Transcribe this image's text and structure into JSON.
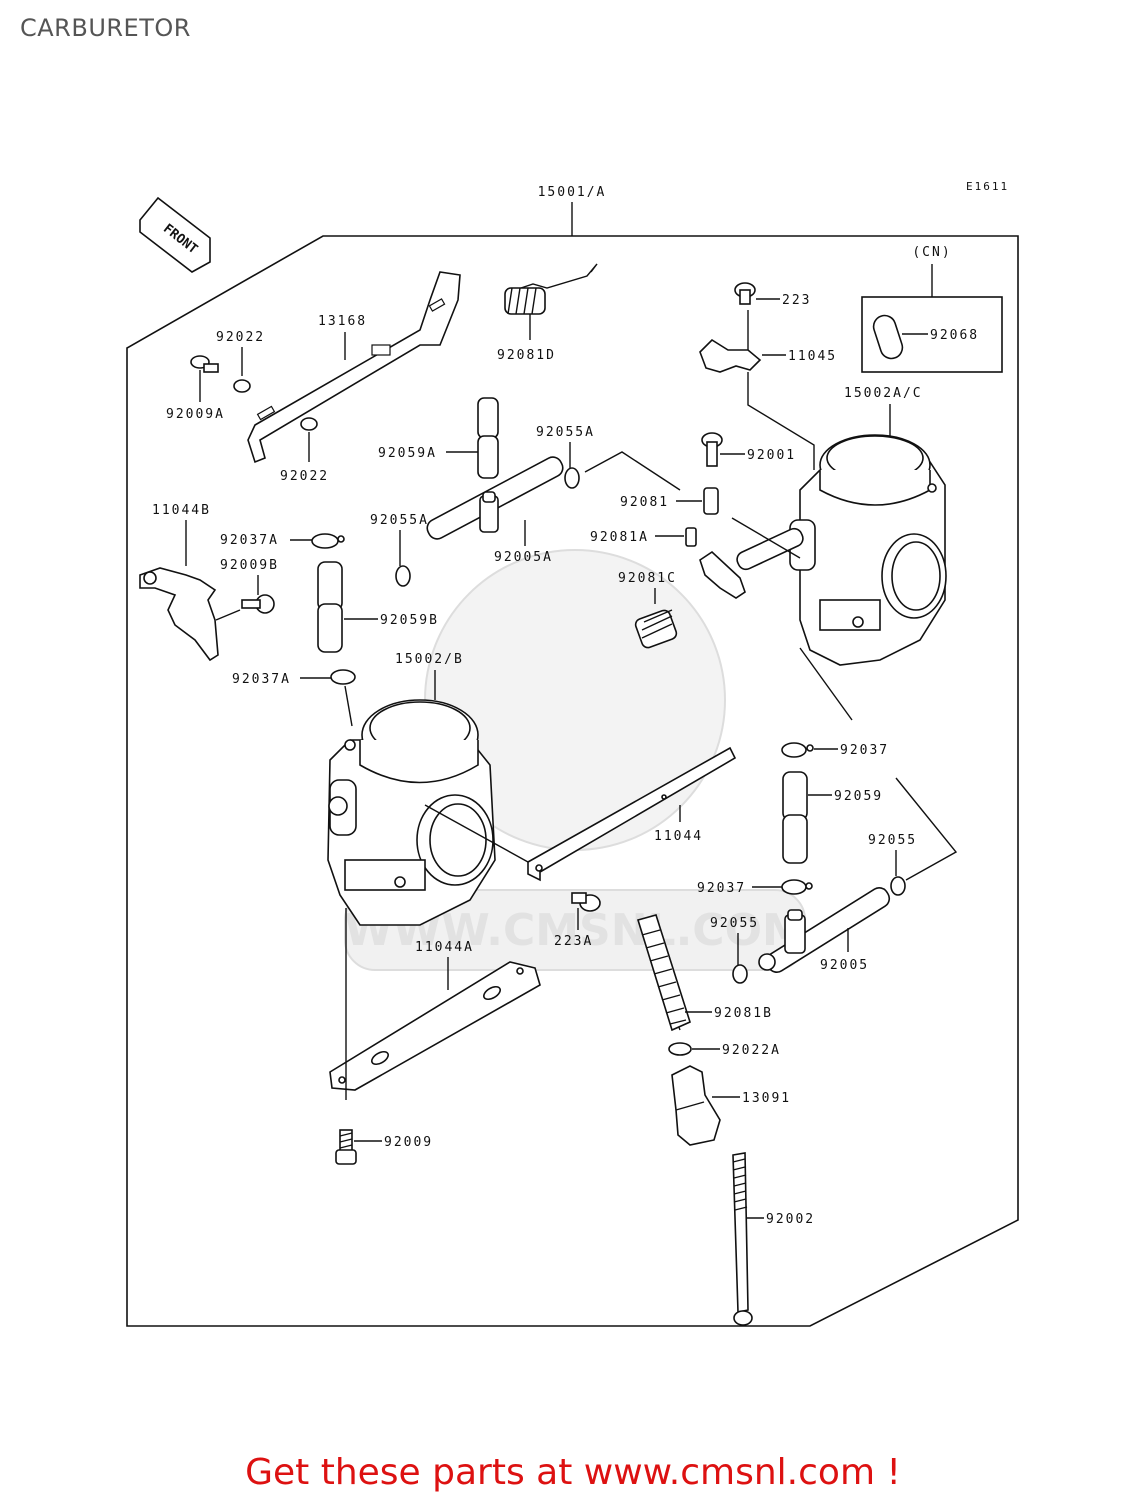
{
  "page": {
    "title": "CARBURETOR",
    "footer": "Get these parts at www.cmsnl.com !"
  },
  "diagram": {
    "ref_code": "E1611",
    "front_label": "FRONT",
    "assembly_label": "15001/A",
    "cn_label": "(CN)",
    "watermark": "WWW.CMSNL.COM",
    "parts": [
      {
        "id": "p13168",
        "label": "13168"
      },
      {
        "id": "p92022_top",
        "label": "92022"
      },
      {
        "id": "p92009A",
        "label": "92009A"
      },
      {
        "id": "p92022_mid",
        "label": "92022"
      },
      {
        "id": "p92081D",
        "label": "92081D"
      },
      {
        "id": "p223",
        "label": "223"
      },
      {
        "id": "p11045",
        "label": "11045"
      },
      {
        "id": "p92068",
        "label": "92068"
      },
      {
        "id": "p15002AC",
        "label": "15002A/C"
      },
      {
        "id": "p92059A",
        "label": "92059A"
      },
      {
        "id": "p92055A_top",
        "label": "92055A"
      },
      {
        "id": "p92001",
        "label": "92001"
      },
      {
        "id": "p92081",
        "label": "92081"
      },
      {
        "id": "p92081A",
        "label": "92081A"
      },
      {
        "id": "p92081C",
        "label": "92081C"
      },
      {
        "id": "p11044B",
        "label": "11044B"
      },
      {
        "id": "p92037A_top",
        "label": "92037A"
      },
      {
        "id": "p92009B",
        "label": "92009B"
      },
      {
        "id": "p92055A_mid",
        "label": "92055A"
      },
      {
        "id": "p92005A",
        "label": "92005A"
      },
      {
        "id": "p92059B",
        "label": "92059B"
      },
      {
        "id": "p15002B",
        "label": "15002/B"
      },
      {
        "id": "p92037A_mid",
        "label": "92037A"
      },
      {
        "id": "p92037_top",
        "label": "92037"
      },
      {
        "id": "p92059",
        "label": "92059"
      },
      {
        "id": "p11044",
        "label": "11044"
      },
      {
        "id": "p92055_r",
        "label": "92055"
      },
      {
        "id": "p92037_low",
        "label": "92037"
      },
      {
        "id": "p223A",
        "label": "223A"
      },
      {
        "id": "p92055_low",
        "label": "92055"
      },
      {
        "id": "p92005",
        "label": "92005"
      },
      {
        "id": "p11044A",
        "label": "11044A"
      },
      {
        "id": "p92081B",
        "label": "92081B"
      },
      {
        "id": "p92022A",
        "label": "92022A"
      },
      {
        "id": "p13091",
        "label": "13091"
      },
      {
        "id": "p92009",
        "label": "92009"
      },
      {
        "id": "p92002",
        "label": "92002"
      }
    ]
  }
}
